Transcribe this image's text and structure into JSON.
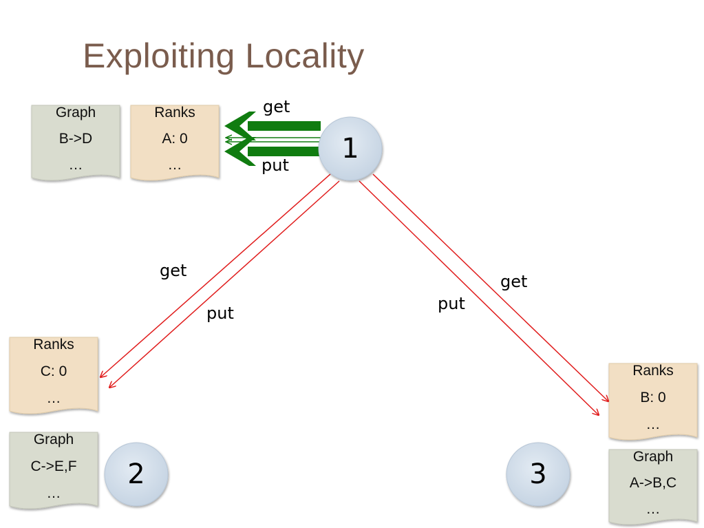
{
  "title": "Exploiting Locality",
  "colors": {
    "graph_doc": "#d9dccf",
    "ranks_doc": "#f2dfc4",
    "node_fill": "#d3dfeb",
    "local_arrow": "#107c10",
    "remote_arrow": "#e01b1b"
  },
  "nodes": [
    {
      "label": "1"
    },
    {
      "label": "2"
    },
    {
      "label": "3"
    }
  ],
  "documents": {
    "n1_graph": {
      "lines": [
        "Graph",
        "B->D",
        "…"
      ]
    },
    "n1_ranks": {
      "lines": [
        "Ranks",
        "A: 0",
        "…"
      ]
    },
    "n2_ranks": {
      "lines": [
        "Ranks",
        "C: 0",
        "…"
      ]
    },
    "n2_graph": {
      "lines": [
        "Graph",
        "C->E,F",
        "…"
      ]
    },
    "n3_ranks": {
      "lines": [
        "Ranks",
        "B: 0",
        "…"
      ]
    },
    "n3_graph": {
      "lines": [
        "Graph",
        "A->B,C",
        "…"
      ]
    }
  },
  "edge_labels": {
    "local_get": "get",
    "local_put": "put",
    "left_get": "get",
    "left_put": "put",
    "right_get": "get",
    "right_put": "put"
  }
}
